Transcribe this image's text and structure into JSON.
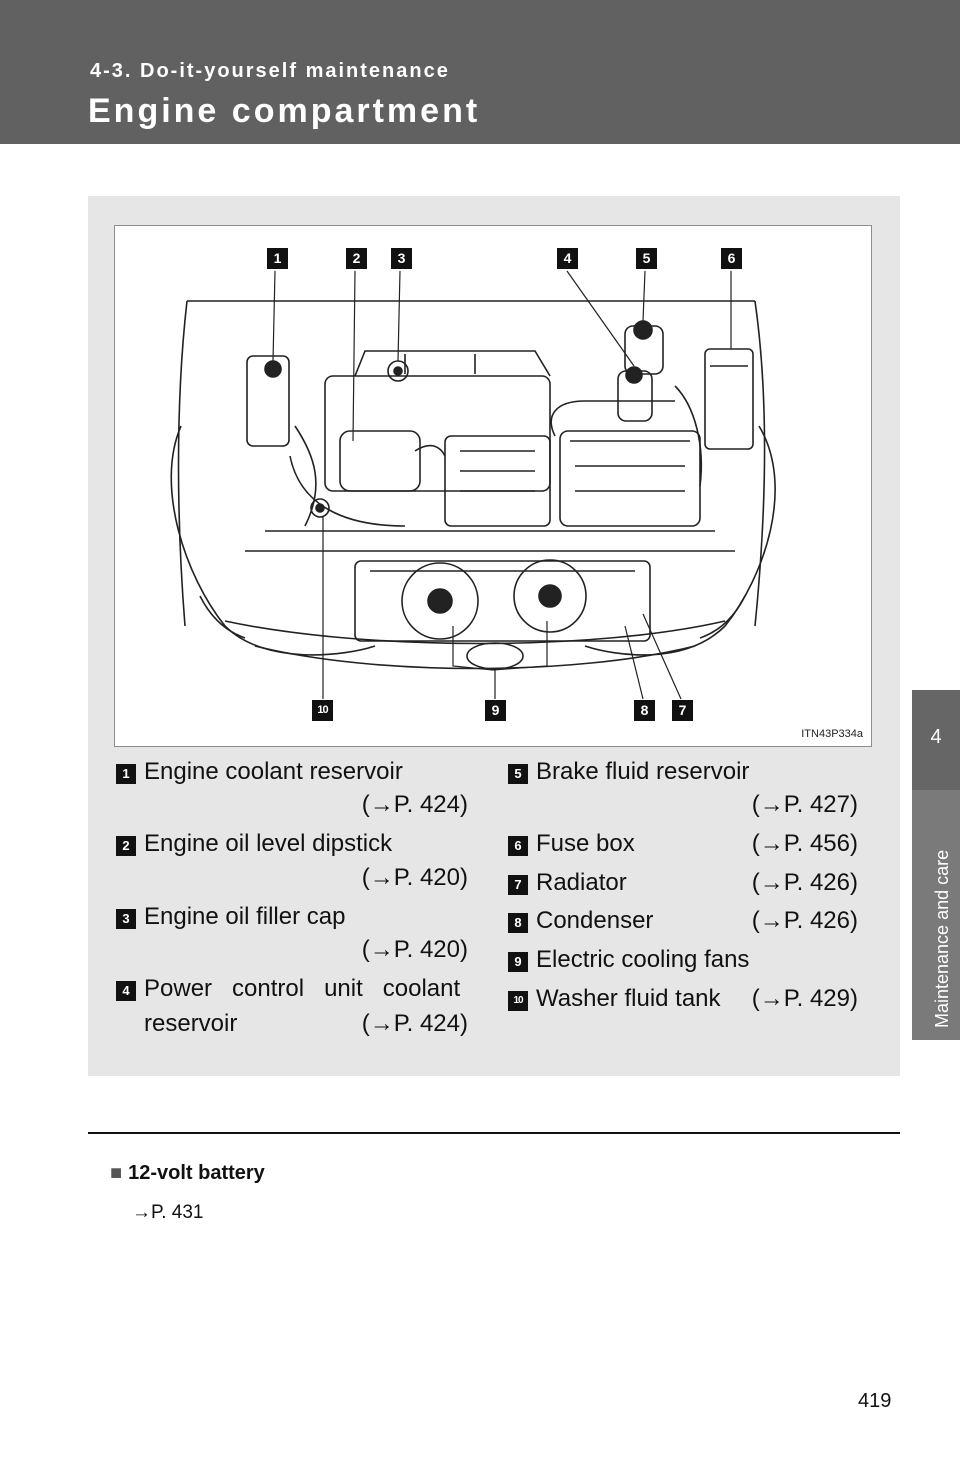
{
  "header": {
    "section": "4-3. Do-it-yourself maintenance",
    "title": "Engine compartment"
  },
  "side_tab": {
    "number": "4",
    "label": "Maintenance and care"
  },
  "figure": {
    "code": "ITN43P334a",
    "callouts": [
      "1",
      "2",
      "3",
      "4",
      "5",
      "6",
      "7",
      "8",
      "9",
      "10"
    ]
  },
  "items": [
    {
      "num": "1",
      "label": "Engine coolant reservoir",
      "ref": "(→P. 424)"
    },
    {
      "num": "2",
      "label": "Engine oil level dipstick",
      "ref": "(→P. 420)"
    },
    {
      "num": "3",
      "label": "Engine oil filler cap",
      "ref": "(→P. 420)"
    },
    {
      "num": "4",
      "label": "Power   control   unit   coolant",
      "label2": "reservoir",
      "ref": "(→P. 424)"
    },
    {
      "num": "5",
      "label": "Brake fluid reservoir",
      "ref": "(→P. 427)"
    },
    {
      "num": "6",
      "label": "Fuse box",
      "ref": "(→P. 456)"
    },
    {
      "num": "7",
      "label": "Radiator",
      "ref": "(→P. 426)"
    },
    {
      "num": "8",
      "label": "Condenser",
      "ref": "(→P. 426)"
    },
    {
      "num": "9",
      "label": "Electric cooling fans",
      "ref": ""
    },
    {
      "num": "10",
      "label": "Washer fluid tank",
      "ref": "(→P. 429)"
    }
  ],
  "note": {
    "marker": "■",
    "heading": "12-volt battery",
    "ref": "→P. 431"
  },
  "page_number": "419",
  "colors": {
    "header_bg": "#616161",
    "panel_bg": "#e6e6e6",
    "tab_bg": "#666666"
  }
}
